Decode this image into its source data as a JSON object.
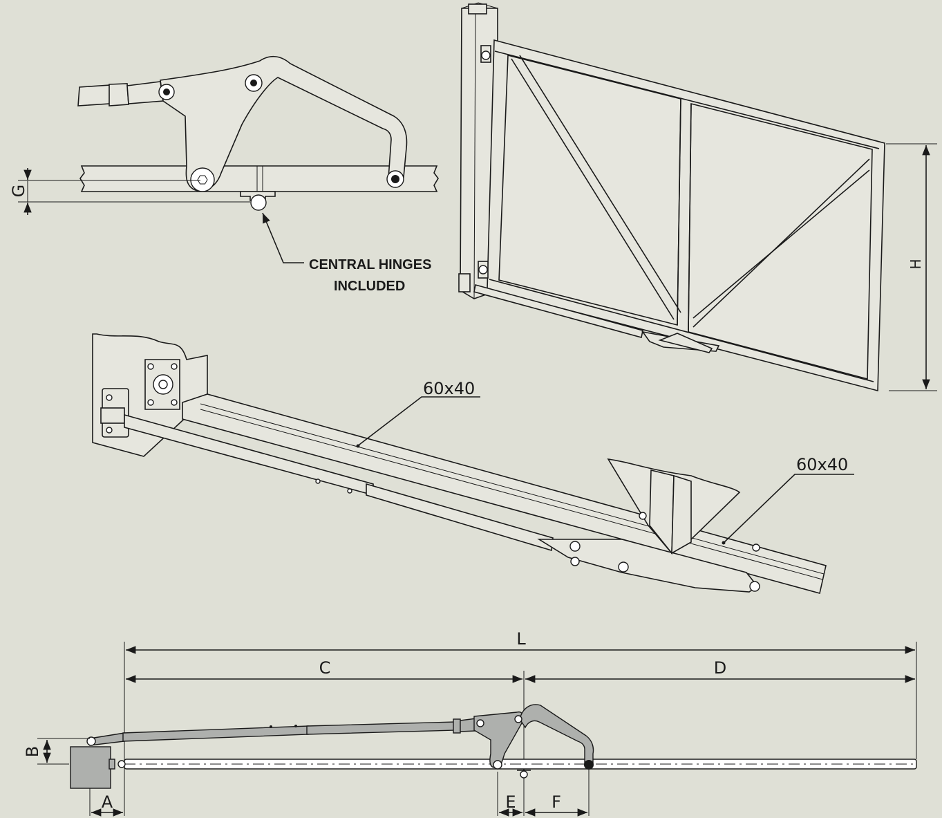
{
  "hinge_detail": {
    "dimension_label": "G",
    "note_line1": "CENTRAL HINGES",
    "note_line2": "INCLUDED"
  },
  "gate_view": {
    "height_label": "H"
  },
  "profile_view": {
    "profile_label_1": "60x40",
    "profile_label_2": "60x40"
  },
  "plan_view": {
    "dimensions": {
      "L": "L",
      "C": "C",
      "D": "D",
      "A": "A",
      "B": "B",
      "E": "E",
      "F": "F"
    }
  },
  "colors": {
    "background": "#dfe0d6",
    "line": "#1a1a1a",
    "motor_grey": "#aeb0ad"
  }
}
